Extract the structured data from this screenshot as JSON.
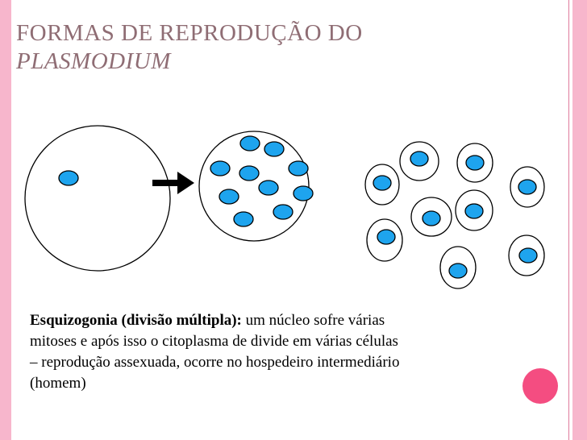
{
  "slide": {
    "title_line1": "FORMAS DE REPRODUÇÃO DO",
    "title_line2": "PLASMODIUM",
    "caption_bold": "Esquizogonia (divisão múltipla):",
    "caption_text": " um núcleo sofre várias mitoses e após isso o citoplasma de divide em várias células – reprodução assexuada, ocorre no hospedeiro intermediário (homem)"
  },
  "colors": {
    "accent_bar": "#f7b6cc",
    "accent_dot": "#f44d81",
    "nucleus_fill": "#1ea4ee",
    "title_color": "#8f6d74"
  },
  "icons": {
    "arrow": "right-arrow-icon"
  }
}
